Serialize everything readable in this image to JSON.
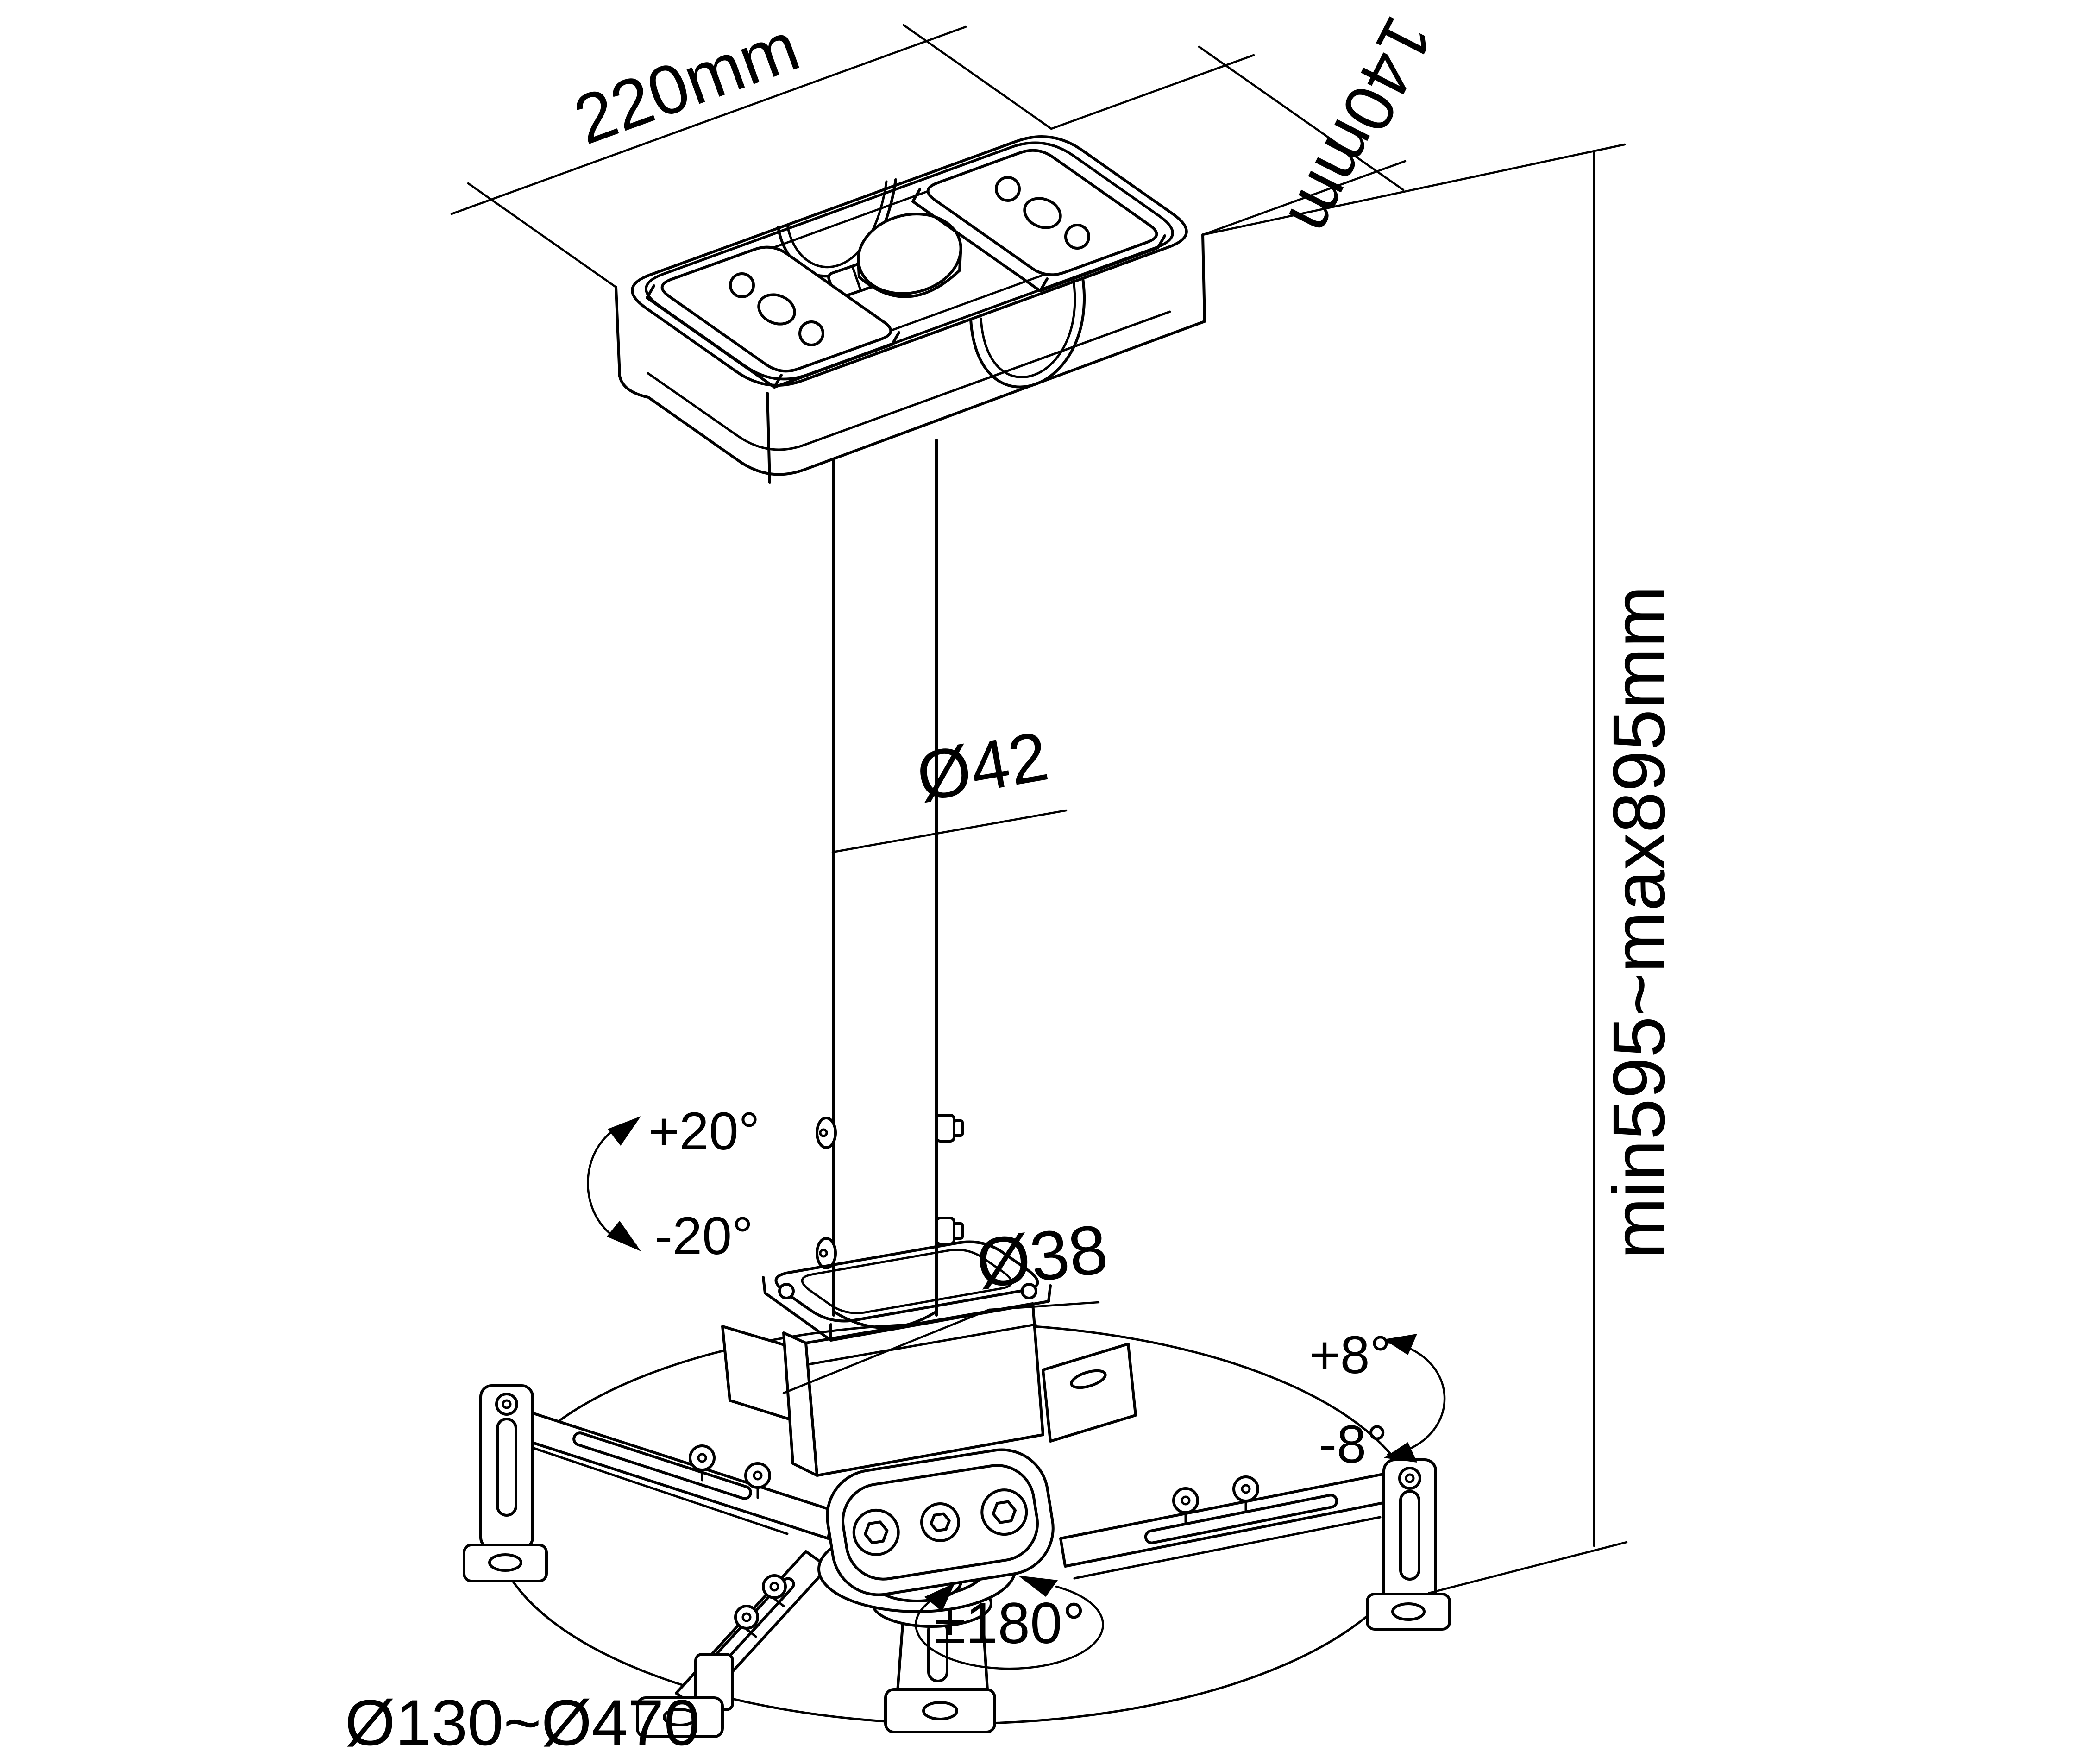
{
  "colors": {
    "line": "#000000",
    "background": "#ffffff"
  },
  "dimensions": {
    "plate_width": "220mm",
    "plate_depth": "140mm",
    "height_range": "min595~max895mm",
    "pole_diameter": "Ø42",
    "head_pipe_diameter": "Ø38",
    "arm_circle_range": "Ø130~Ø470"
  },
  "adjustments": {
    "tilt_plus": "+20°",
    "tilt_minus": "-20°",
    "roll_plus": "+8°",
    "roll_minus": "-8°",
    "swivel": "±180°"
  }
}
